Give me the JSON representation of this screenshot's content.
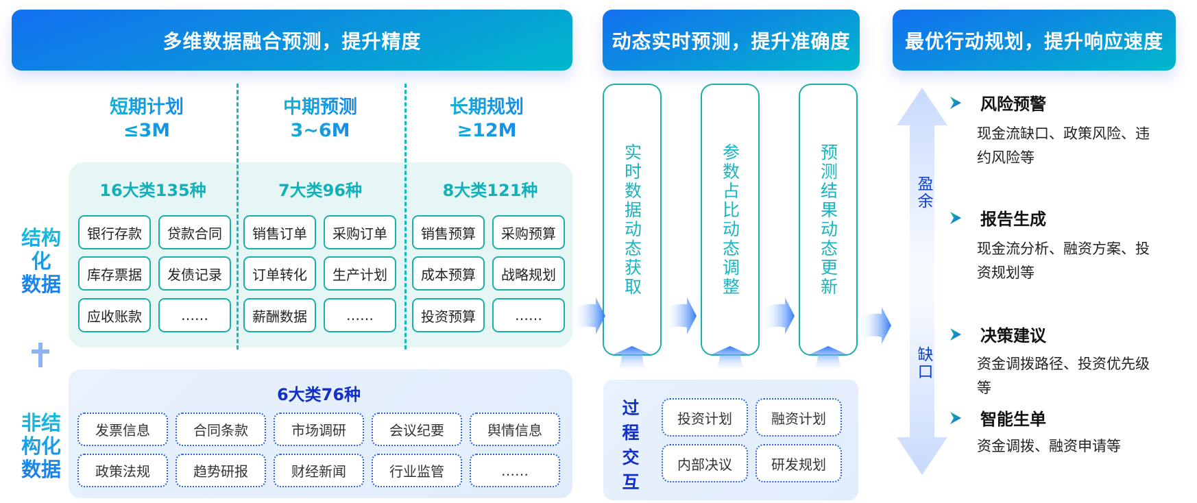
{
  "headers": {
    "multi_dim": "多维数据融合预测，提升精度",
    "dynamic": "动态实时预测，提升准确度",
    "optimal": "最优行动规划，提升响应速度"
  },
  "periods": [
    {
      "name": "短期计划",
      "range": "≤3M",
      "count": "16大类135种",
      "items": [
        "银行存款",
        "贷款合同",
        "库存票据",
        "发债记录",
        "应收账款",
        "……"
      ]
    },
    {
      "name": "中期预测",
      "range": "3~6M",
      "count": "7大类96种",
      "items": [
        "销售订单",
        "采购订单",
        "订单转化",
        "生产计划",
        "薪酬数据",
        "……"
      ]
    },
    {
      "name": "长期规划",
      "range": "≥12M",
      "count": "8大类121种",
      "items": [
        "销售预算",
        "采购预算",
        "成本预算",
        "战略规划",
        "投资预算",
        "……"
      ]
    }
  ],
  "structured_label": [
    "结构",
    "化",
    "数据"
  ],
  "unstructured_label": [
    "非结",
    "构化",
    "数据"
  ],
  "unstructured": {
    "count": "6大类76种",
    "items": [
      "发票信息",
      "合同条款",
      "市场调研",
      "会议纪要",
      "舆情信息",
      "政策法规",
      "趋势研报",
      "财经新闻",
      "行业监管",
      "……"
    ]
  },
  "dynamic_steps": [
    "实时数据动态获取",
    "参数占比动态调整",
    "预测结果动态更新"
  ],
  "process": {
    "label": "过程交互",
    "items": [
      "投资计划",
      "融资计划",
      "内部决议",
      "研发规划"
    ]
  },
  "balance_axis": {
    "top": "盈余",
    "bottom": "缺口"
  },
  "actions": [
    {
      "title": "风险预警",
      "desc": "现金流缺口、政策风险、违约风险等"
    },
    {
      "title": "报告生成",
      "desc": "现金流分析、融资方案、投资规划等"
    },
    {
      "title": "决策建议",
      "desc": "资金调拨路径、投资优先级等"
    },
    {
      "title": "智能生单",
      "desc": "资金调拨、融资申请等"
    }
  ],
  "colors": {
    "brand_blue": "#1270f0",
    "teal": "#1aaea8",
    "dark_blue": "#1030c8"
  }
}
